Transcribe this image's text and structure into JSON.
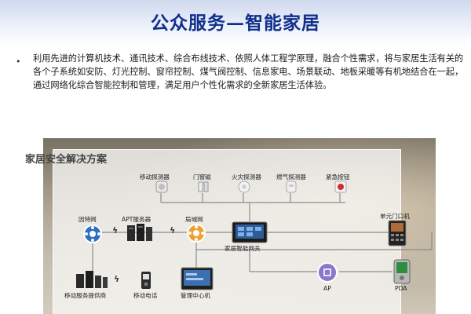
{
  "slide": {
    "title": "公众服务—智能家居",
    "bullet": "•",
    "paragraph": "利用先进的计算机技术、通讯技术、综合布线技术、依照人体工程学原理，融合个性需求，将与家居生活有关的各个子系统如安防、灯光控制、窗帘控制、煤气阀控制、信息家电、场景联动、地板采暖等有机地结合在一起，通过网络化综合智能控制和管理，满足用户个性化需求的全新家居生活体验。"
  },
  "diagram": {
    "title": "家居安全解决方案",
    "sensors": [
      {
        "label": "移动探测器",
        "icon": "motion-detector-icon"
      },
      {
        "label": "门窗磁",
        "icon": "door-sensor-icon"
      },
      {
        "label": "火灾探测器",
        "icon": "fire-detector-icon"
      },
      {
        "label": "燃气探测器",
        "icon": "gas-detector-icon"
      },
      {
        "label": "紧急按钮",
        "icon": "emergency-button-icon"
      }
    ],
    "nodes": {
      "internet": "因特网",
      "apt_server": "APT服务器",
      "lan": "局域网",
      "gateway": "家居智能网关",
      "door_unit": "单元门口机",
      "mobile_provider": "移动服务提供商",
      "mobile_phone": "移动电话",
      "management_center": "管理中心机",
      "ap": "AP",
      "pda": "PDA"
    },
    "colors": {
      "title": "#102f8c",
      "network_orange": "#f0a030",
      "network_blue": "#2d6fc0",
      "ap_purple": "#8878c8"
    }
  }
}
